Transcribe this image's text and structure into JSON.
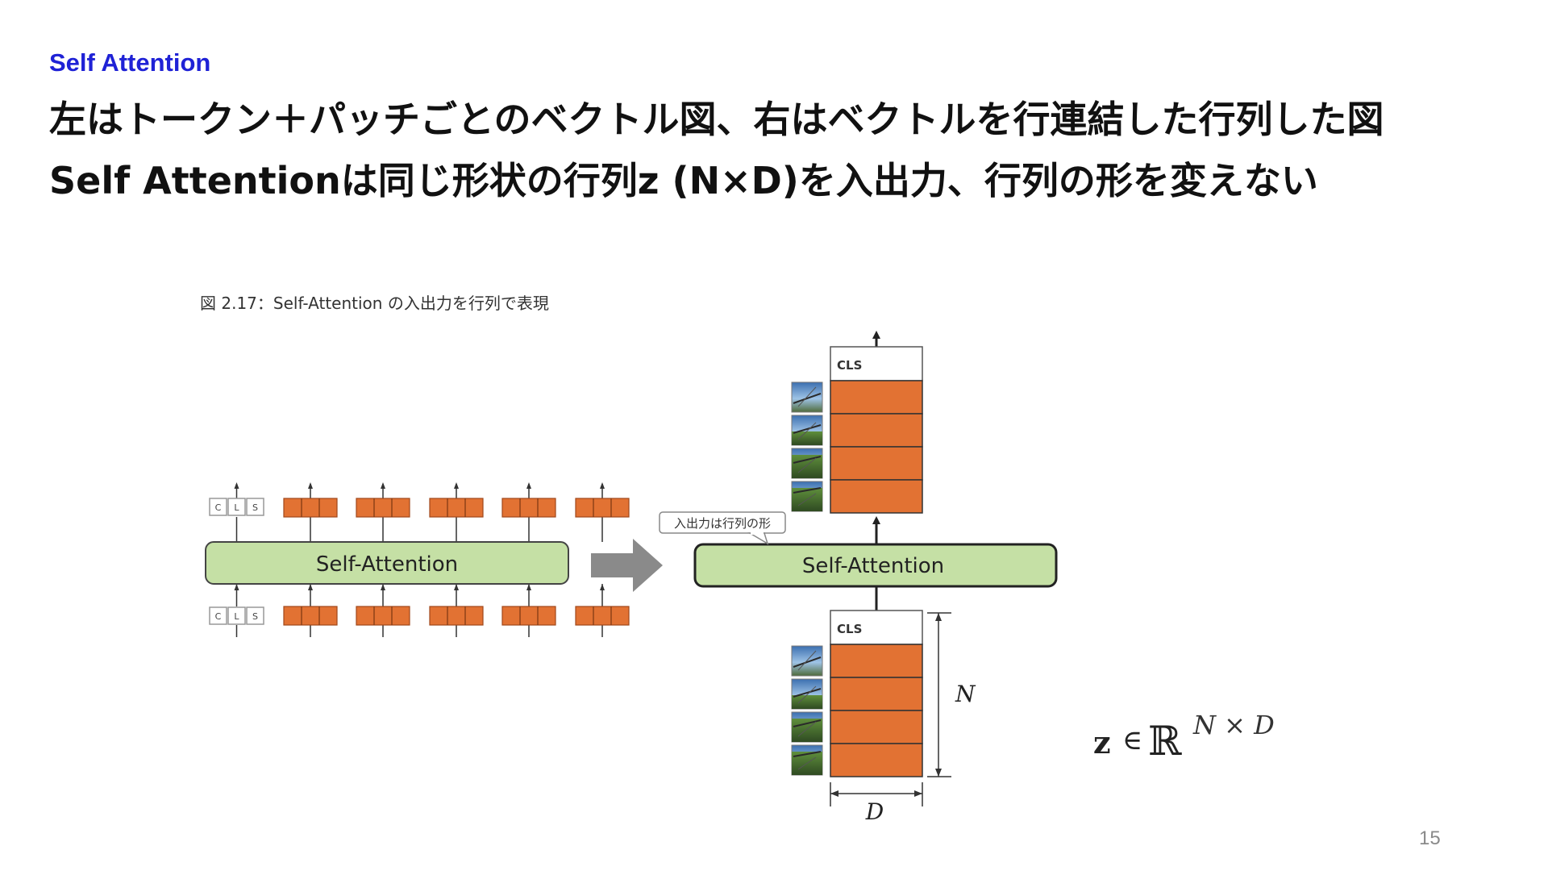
{
  "header": {
    "section_label": "Self Attention",
    "line1": "左はトークン＋パッチごとのベクトル図、右はベクトルを行連結した行列した図",
    "line2": "Self Attentionは同じ形状の行列z (N×D)を入出力、行列の形を変えない"
  },
  "figure": {
    "caption": "図 2.17：Self-Attention の入出力を行列で表現",
    "left_block_label": "Self-Attention",
    "right_block_label": "Self-Attention",
    "cls_letters": [
      "C",
      "L",
      "S"
    ],
    "cls_label": "CLS",
    "callout": "入出力は行列の形",
    "dim_n": "N",
    "dim_d": "D",
    "colors": {
      "orange": "#e27233",
      "block_fill": "#c5e0a5",
      "arrow_gray": "#8a8a8a"
    }
  },
  "formula": {
    "z": "z",
    "in": "∈",
    "set": "ℝ",
    "sup": "N × D"
  },
  "page_number": "15"
}
